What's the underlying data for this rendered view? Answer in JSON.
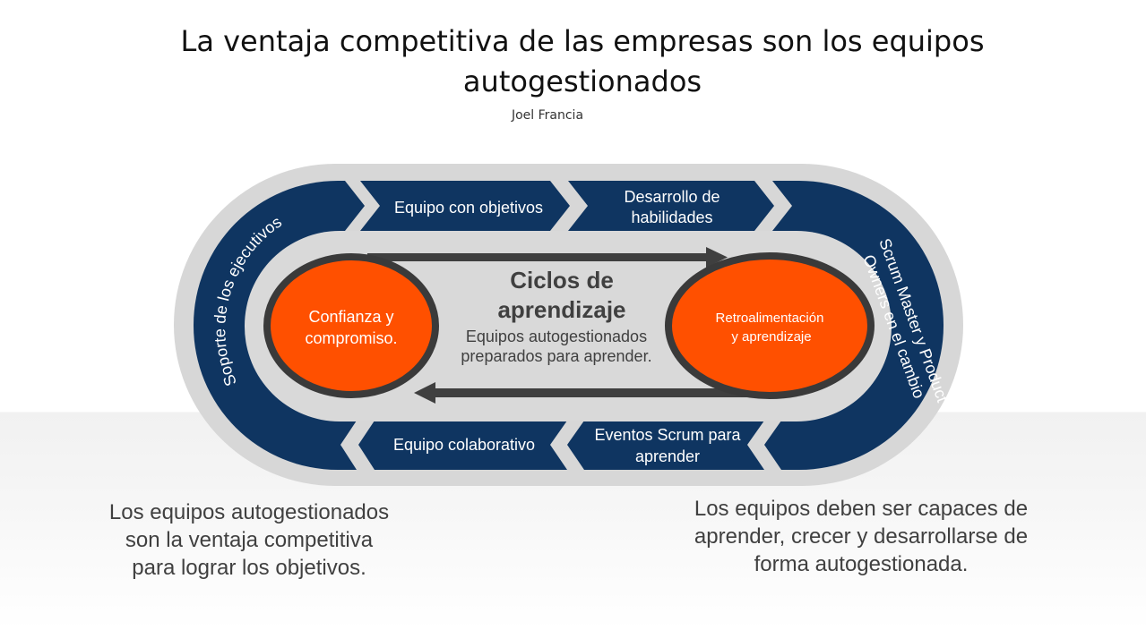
{
  "title": "La ventaja competitiva de las empresas son los equipos autogestionados",
  "author": "Joel Francia",
  "diagram": {
    "colors": {
      "band": "#0f3561",
      "outer_ring": "#d7d7d7",
      "inner_panel": "#d9d9d9",
      "node_fill": "#ff5000",
      "node_border": "#3a3a3a",
      "arrow": "#3f3f3f",
      "band_text": "#ffffff"
    },
    "top_segments": [
      {
        "label": "Equipo con objetivos"
      },
      {
        "label_line1": "Desarrollo de",
        "label_line2": "habilidades"
      }
    ],
    "bottom_segments": [
      {
        "label": "Equipo colaborativo"
      },
      {
        "label_line1": "Eventos Scrum para",
        "label_line2": "aprender"
      }
    ],
    "left_band_label": "Soporte de los ejecutivos",
    "right_band_label_line1": "Scrum Master y Product",
    "right_band_label_line2": "Owners en el cambio",
    "center": {
      "heading_line1": "Ciclos de",
      "heading_line2": "aprendizaje",
      "subtitle_line1": "Equipos autogestionados",
      "subtitle_line2": "preparados para aprender."
    },
    "left_node": {
      "line1": "Confianza y",
      "line2": "compromiso."
    },
    "right_node": {
      "line1": "Retroalimentación",
      "line2": "y aprendizaje"
    }
  },
  "notes": {
    "left": "Los equipos autogestionados son la ventaja competitiva para lograr los objetivos.",
    "right": "Los equipos deben ser capaces de aprender, crecer y desarrollarse de forma autogestionada."
  }
}
